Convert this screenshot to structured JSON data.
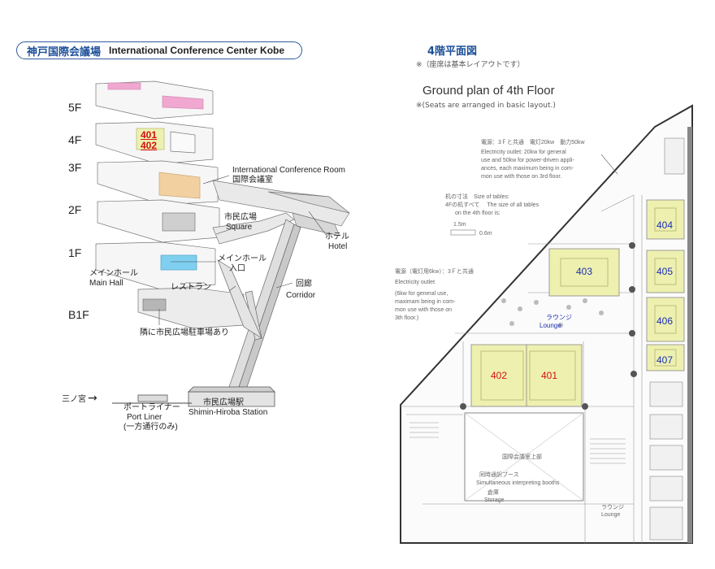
{
  "header": {
    "title_jp": "神戸国際会議場",
    "title_en": "International Conference Center Kobe"
  },
  "left": {
    "floors": [
      "5F",
      "4F",
      "3F",
      "2F",
      "1F",
      "B1F"
    ],
    "highlight_rooms": [
      "401",
      "402"
    ],
    "labels": {
      "conf_room_en": "International Conference Room",
      "conf_room_jp": "国際会議室",
      "square_jp": "市民広場",
      "square_en": "Square",
      "hotel_jp": "ホテル",
      "hotel_en": "Hotel",
      "main_hall_jp": "メインホール",
      "main_hall_en": "Main Hall",
      "main_hall_entrance_jp1": "メインホール",
      "main_hall_entrance_jp2": "入口",
      "restaurant_jp": "レストラン",
      "corridor_jp": "回廊",
      "corridor_en": "Corridor",
      "parking_jp": "隣に市民広場駐車場あり",
      "sannomiya_jp": "三ノ宮",
      "port_liner_jp": "ポートライナー",
      "port_liner_en": "Port  Liner",
      "one_way_jp": "(一方通行のみ)",
      "station_jp": "市民広場駅",
      "station_en": "Shimin-Hiroba Station"
    }
  },
  "right": {
    "title_jp": "4階平面図",
    "note_jp": "※（座席は基本レイアウトです）",
    "title_en": "Ground plan of 4th Floor",
    "note_en": "※(Seats are arranged in basic layout.)",
    "power_jp": "電源：3Ｆと共通　電灯20kw　動力50kw",
    "power_en": [
      "Electricity outlet: 20kw for general",
      "use and 50kw for power-driven appli-",
      "ances, each maximum being in com-",
      "mon use with those on 3rd floor."
    ],
    "tables_jp": "机の寸法　Size of tables:",
    "tables_en": [
      "4Fの机すべて　 The size of all tables",
      "on the 4th floor is:"
    ],
    "table_dims": [
      "1.5m",
      "0.6m"
    ],
    "elec2_jp": "電源（電灯用6kw）：3Ｆと共通",
    "elec2_en": [
      "Electricity outlet",
      "(6kw for general use,",
      "maximam being in com-",
      "mon use with those on",
      "3th floor.)"
    ],
    "rooms": [
      "403",
      "404",
      "405",
      "406",
      "407",
      "402",
      "401"
    ],
    "lounge_jp": "ラウンジ",
    "lounge_en": "Lounge",
    "lounge2_jp": "ラウンジ",
    "lounge2_en": "Lounge",
    "booth_jp": "国際会議室上部",
    "booth2_jp": "同時通訳ブース",
    "booth2_en": "Simultaneous interpreting booths",
    "storage_jp": "倉庫",
    "storage_en": "Storage"
  },
  "colors": {
    "accent_blue": "#1d4f98",
    "room_fill": "#eef0b0",
    "room_red": "#d41010",
    "room_blue": "#1a2fb5",
    "pink": "#f0a8d0",
    "cyan": "#7fd0f0",
    "tan": "#f2d0a0"
  }
}
